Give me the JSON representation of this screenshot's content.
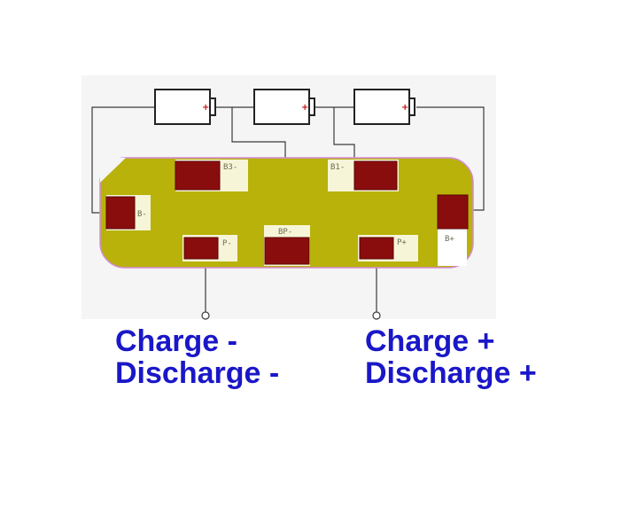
{
  "diagram": {
    "colors": {
      "board": "#b8b20a",
      "pad": "#8a0d0d",
      "wire": "#3a3a3a",
      "caption": "#1a17c8",
      "background_panel": "#f4f4f4"
    },
    "pads": {
      "b_minus": "B-",
      "b3_minus": "B3-",
      "b1_minus": "B1-",
      "bp_minus": "BP-",
      "p_minus": "P-",
      "p_plus": "P+",
      "b_plus": "B+"
    },
    "battery_plus_symbol": "+",
    "captions": {
      "left_line1": "Charge -",
      "left_line2": "Discharge -",
      "right_line1": "Charge +",
      "right_line2": "Discharge +"
    }
  }
}
